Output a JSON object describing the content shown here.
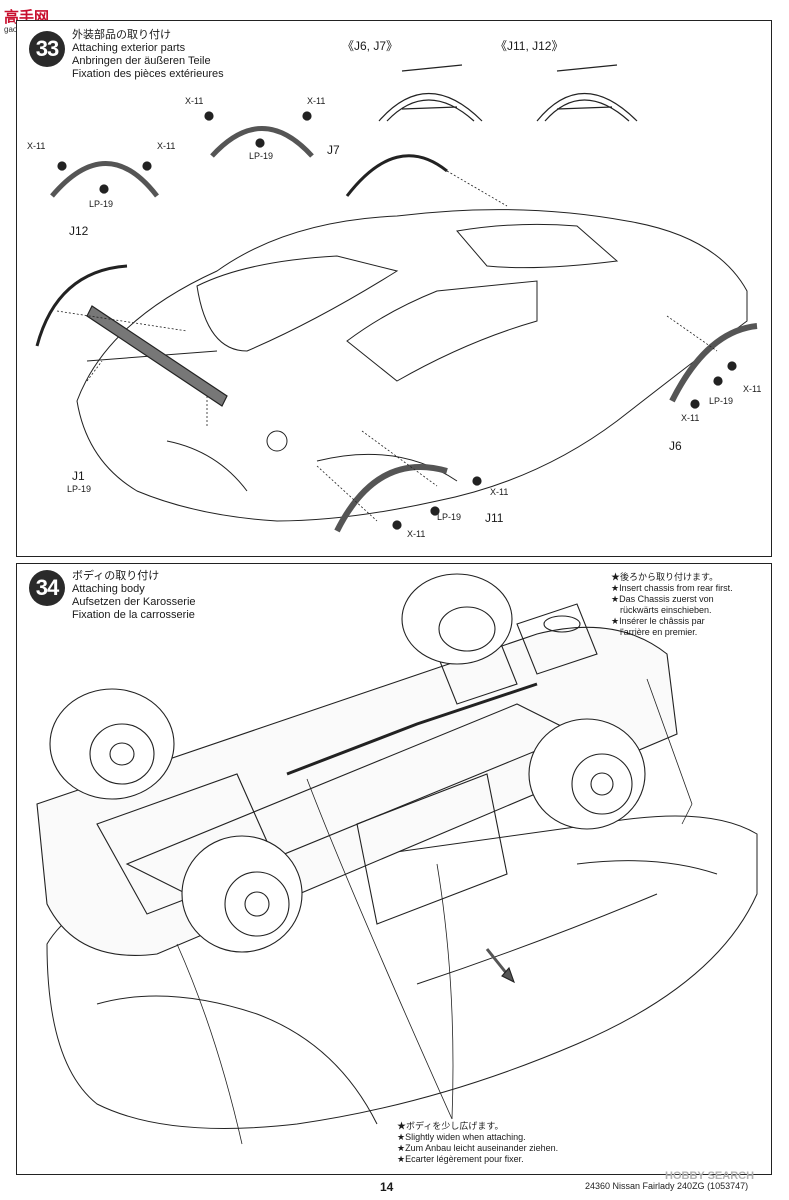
{
  "watermark": {
    "site": "高手网",
    "url": "gao-shou.com"
  },
  "step33": {
    "number": "33",
    "title_jp": "外装部品の取り付け",
    "title_en": "Attaching exterior parts",
    "title_de": "Anbringen der äußeren Teile",
    "title_fr": "Fixation des pièces extérieures",
    "inset_a": "《J6, J7》",
    "inset_b": "《J11, J12》",
    "part_x11": "X-11",
    "part_lp19": "LP-19",
    "label_j7": "J7",
    "label_j12": "J12",
    "label_j1": "J1",
    "label_j6": "J6",
    "label_j11": "J11"
  },
  "step34": {
    "number": "34",
    "title_jp": "ボディの取り付け",
    "title_en": "Attaching body",
    "title_de": "Aufsetzen der Karosserie",
    "title_fr": "Fixation de la carrosserie",
    "note_top": [
      "★後ろから取り付けます。",
      "★Insert chassis from rear first.",
      "★Das Chassis zuerst von",
      "rückwärts einschieben.",
      "★Insérer le châssis par",
      "l'arrière en premier."
    ],
    "note_bottom": [
      "★ボディを少し広げます。",
      "★Slightly widen when attaching.",
      "★Zum Anbau leicht auseinander ziehen.",
      "★Ecarter légèrement pour fixer."
    ]
  },
  "footer": {
    "page_number": "14",
    "reference": "24360  Nissan Fairlady 240ZG (1053747)",
    "watermark": "HOBBY SEARCH"
  }
}
